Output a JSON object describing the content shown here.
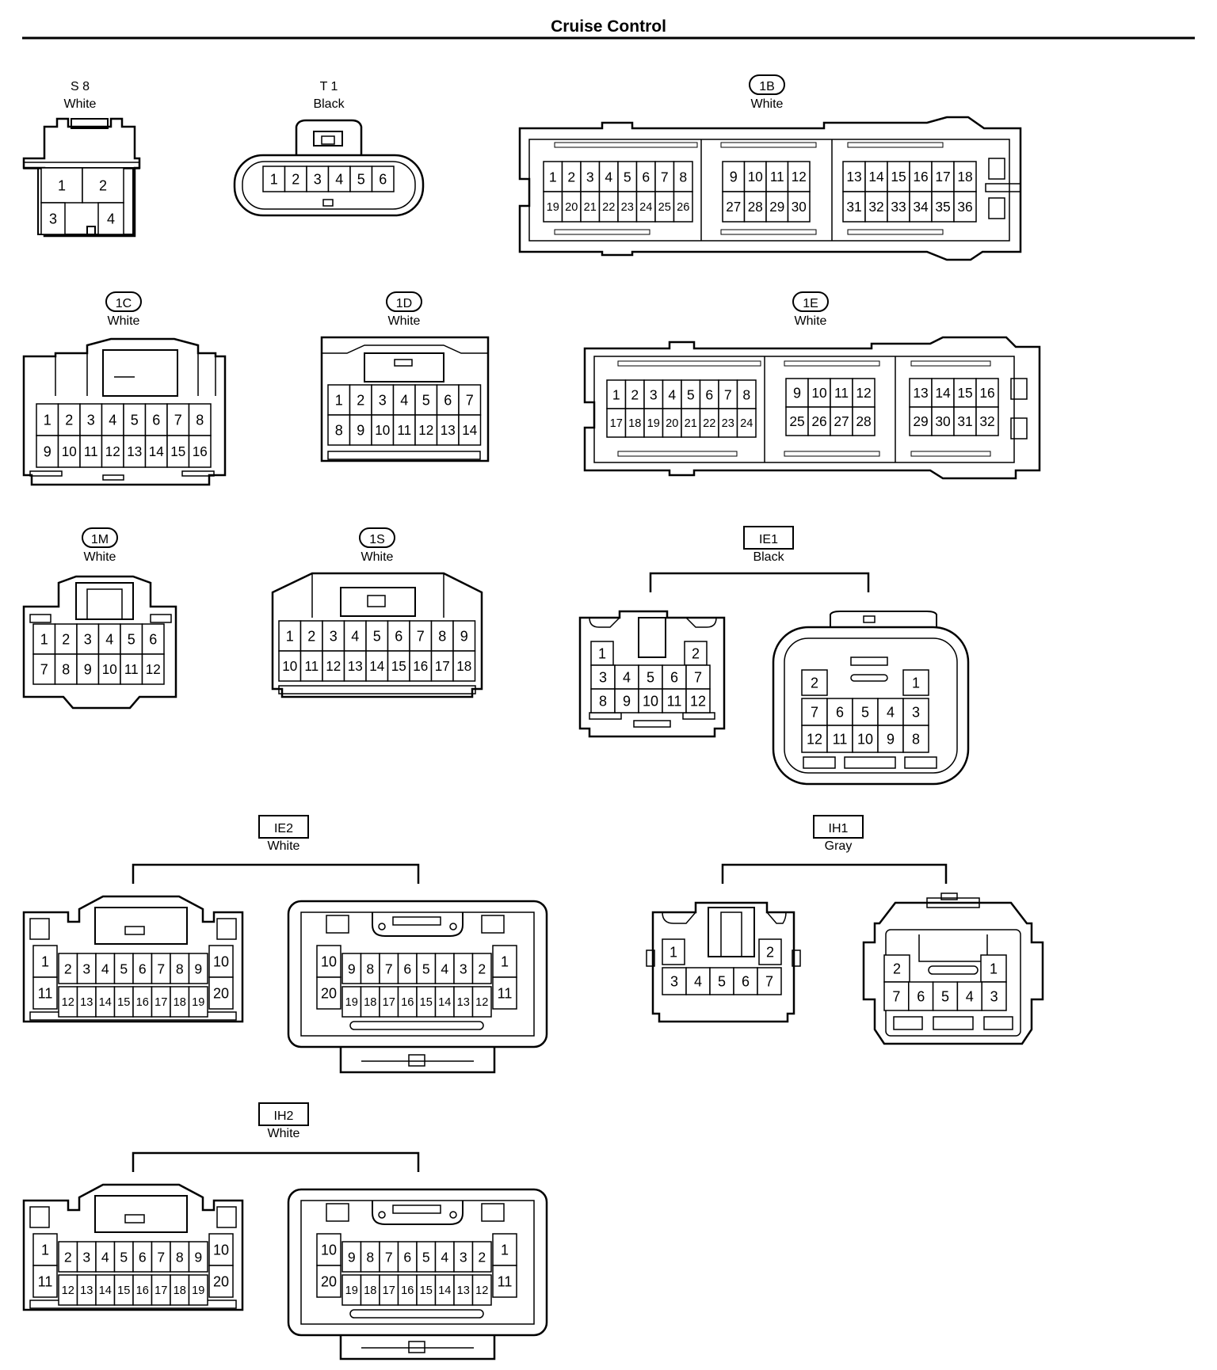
{
  "page": {
    "title": "Cruise Control"
  },
  "connectors": [
    {
      "id": "S8",
      "code": "S 8",
      "color": "White",
      "code_style": "plain"
    },
    {
      "id": "T1",
      "code": "T 1",
      "color": "Black",
      "code_style": "plain"
    },
    {
      "id": "1B",
      "code": "1B",
      "color": "White",
      "code_style": "oval"
    },
    {
      "id": "1C",
      "code": "1C",
      "color": "White",
      "code_style": "oval"
    },
    {
      "id": "1D",
      "code": "1D",
      "color": "White",
      "code_style": "oval"
    },
    {
      "id": "1E",
      "code": "1E",
      "color": "White",
      "code_style": "oval"
    },
    {
      "id": "1M",
      "code": "1M",
      "color": "White",
      "code_style": "oval"
    },
    {
      "id": "1S",
      "code": "1S",
      "color": "White",
      "code_style": "oval"
    },
    {
      "id": "IE1",
      "code": "IE1",
      "color": "Black",
      "code_style": "box"
    },
    {
      "id": "IE2",
      "code": "IE2",
      "color": "White",
      "code_style": "box"
    },
    {
      "id": "IH1",
      "code": "IH1",
      "color": "Gray",
      "code_style": "box"
    },
    {
      "id": "IH2",
      "code": "IH2",
      "color": "White",
      "code_style": "box"
    }
  ],
  "pins": {
    "S8": [
      [
        "1",
        "2"
      ],
      [
        "3",
        "4"
      ]
    ],
    "T1": [
      [
        "1",
        "2",
        "3",
        "4",
        "5",
        "6"
      ]
    ],
    "1B": {
      "g1": [
        [
          "1",
          "2",
          "3",
          "4",
          "5",
          "6",
          "7",
          "8"
        ],
        [
          "19",
          "20",
          "21",
          "22",
          "23",
          "24",
          "25",
          "26"
        ]
      ],
      "g2": [
        [
          "9",
          "10",
          "11",
          "12"
        ],
        [
          "27",
          "28",
          "29",
          "30"
        ]
      ],
      "g3": [
        [
          "13",
          "14",
          "15",
          "16",
          "17",
          "18"
        ],
        [
          "31",
          "32",
          "33",
          "34",
          "35",
          "36"
        ]
      ]
    },
    "1C": [
      [
        "1",
        "2",
        "3",
        "4",
        "5",
        "6",
        "7",
        "8"
      ],
      [
        "9",
        "10",
        "11",
        "12",
        "13",
        "14",
        "15",
        "16"
      ]
    ],
    "1D": [
      [
        "1",
        "2",
        "3",
        "4",
        "5",
        "6",
        "7"
      ],
      [
        "8",
        "9",
        "10",
        "11",
        "12",
        "13",
        "14"
      ]
    ],
    "1E": {
      "g1": [
        [
          "1",
          "2",
          "3",
          "4",
          "5",
          "6",
          "7",
          "8"
        ],
        [
          "17",
          "18",
          "19",
          "20",
          "21",
          "22",
          "23",
          "24"
        ]
      ],
      "g2": [
        [
          "9",
          "10",
          "11",
          "12"
        ],
        [
          "25",
          "26",
          "27",
          "28"
        ]
      ],
      "g3": [
        [
          "13",
          "14",
          "15",
          "16"
        ],
        [
          "29",
          "30",
          "31",
          "32"
        ]
      ]
    },
    "1M": [
      [
        "1",
        "2",
        "3",
        "4",
        "5",
        "6"
      ],
      [
        "7",
        "8",
        "9",
        "10",
        "11",
        "12"
      ]
    ],
    "1S": [
      [
        "1",
        "2",
        "3",
        "4",
        "5",
        "6",
        "7",
        "8",
        "9"
      ],
      [
        "10",
        "11",
        "12",
        "13",
        "14",
        "15",
        "16",
        "17",
        "18"
      ]
    ],
    "IE1_female": {
      "top": [
        "1",
        "2"
      ],
      "rows": [
        [
          "3",
          "4",
          "5",
          "6",
          "7"
        ],
        [
          "8",
          "9",
          "10",
          "11",
          "12"
        ]
      ]
    },
    "IE1_male": {
      "top": [
        "2",
        "1"
      ],
      "rows": [
        [
          "7",
          "6",
          "5",
          "4",
          "3"
        ],
        [
          "12",
          "11",
          "10",
          "9",
          "8"
        ]
      ]
    },
    "IE2_female": {
      "side_left": [
        "1",
        "11"
      ],
      "side_right": [
        "10",
        "20"
      ],
      "rows": [
        [
          "2",
          "3",
          "4",
          "5",
          "6",
          "7",
          "8",
          "9"
        ],
        [
          "12",
          "13",
          "14",
          "15",
          "16",
          "17",
          "18",
          "19"
        ]
      ]
    },
    "IE2_male": {
      "side_left": [
        "10",
        "20"
      ],
      "side_right": [
        "1",
        "11"
      ],
      "rows": [
        [
          "9",
          "8",
          "7",
          "6",
          "5",
          "4",
          "3",
          "2"
        ],
        [
          "19",
          "18",
          "17",
          "16",
          "15",
          "14",
          "13",
          "12"
        ]
      ]
    },
    "IH1_female": {
      "top": [
        "1",
        "2"
      ],
      "rows": [
        [
          "3",
          "4",
          "5",
          "6",
          "7"
        ]
      ]
    },
    "IH1_male": {
      "top": [
        "2",
        "1"
      ],
      "rows": [
        [
          "7",
          "6",
          "5",
          "4",
          "3"
        ]
      ]
    },
    "IH2_female": {
      "side_left": [
        "1",
        "11"
      ],
      "side_right": [
        "10",
        "20"
      ],
      "rows": [
        [
          "2",
          "3",
          "4",
          "5",
          "6",
          "7",
          "8",
          "9"
        ],
        [
          "12",
          "13",
          "14",
          "15",
          "16",
          "17",
          "18",
          "19"
        ]
      ]
    },
    "IH2_male": {
      "side_left": [
        "10",
        "20"
      ],
      "side_right": [
        "1",
        "11"
      ],
      "rows": [
        [
          "9",
          "8",
          "7",
          "6",
          "5",
          "4",
          "3",
          "2"
        ],
        [
          "19",
          "18",
          "17",
          "16",
          "15",
          "14",
          "13",
          "12"
        ]
      ]
    }
  }
}
